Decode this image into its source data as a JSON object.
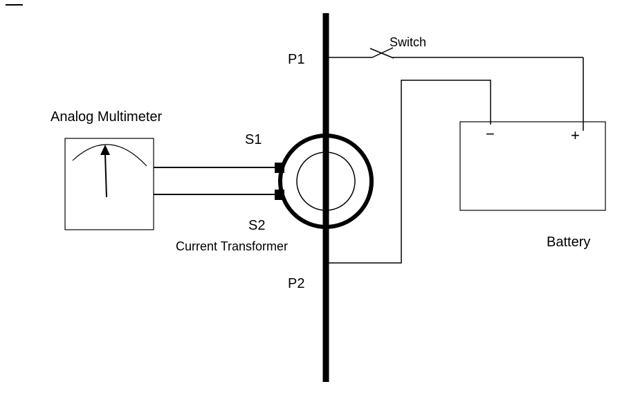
{
  "labels": {
    "multimeter": "Analog Multimeter",
    "s1": "S1",
    "s2": "S2",
    "p1": "P1",
    "p2": "P2",
    "ct": "Current Transformer",
    "switch": "Switch",
    "battery": "Battery",
    "minus": "−",
    "plus": "+"
  },
  "colors": {
    "line": "#000000",
    "background": "#ffffff"
  }
}
